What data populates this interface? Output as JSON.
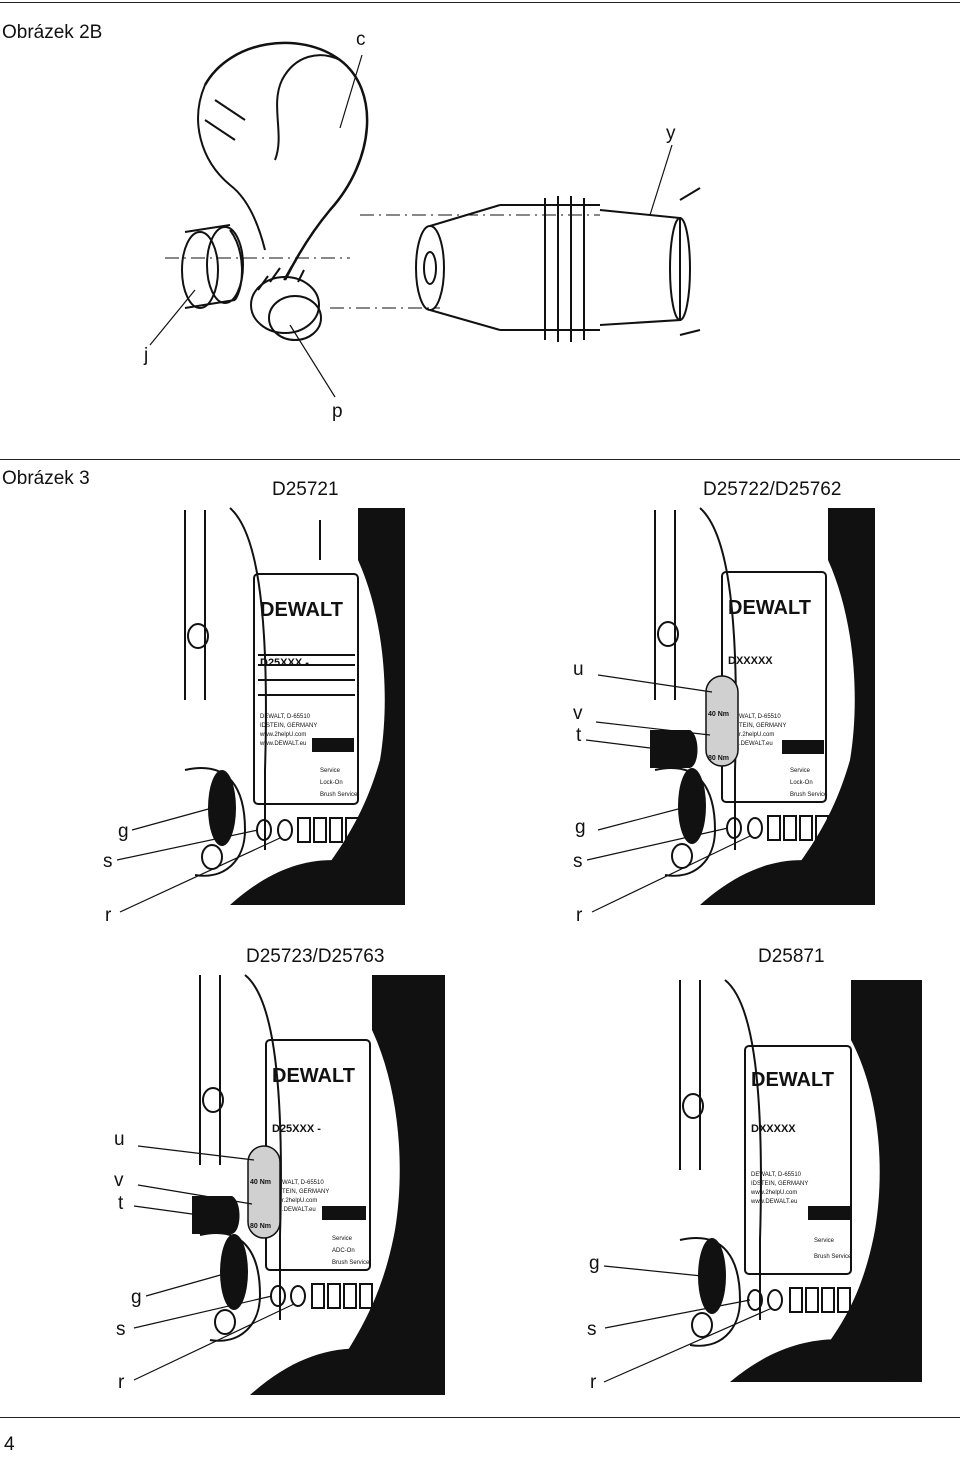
{
  "figure_2b": {
    "title": "Obrázek 2B",
    "labels": {
      "c": "c",
      "y": "y",
      "j": "j",
      "p": "p"
    }
  },
  "figure_3": {
    "title": "Obrázek 3",
    "panels": [
      {
        "model": "D25721",
        "plate": {
          "brand": "DEWALT",
          "model_code": "D25XXX -",
          "address": [
            "DEWALT, D-65510",
            "IDSTEIN, GERMANY",
            "www.2helpU.com",
            "www.DEWALT.eu"
          ],
          "modes": [
            "Service",
            "Lock-On",
            "Brush Service"
          ]
        },
        "labels": {
          "g": "g",
          "s": "s",
          "r": "r"
        }
      },
      {
        "model": "D25722/D25762",
        "plate": {
          "brand": "DEWALT",
          "model_code": "DXXXXX",
          "address": [
            "WALT, D-65510",
            "TEIN, GERMANY",
            "r.2helpU.com",
            ".DEWALT.eu"
          ],
          "modes": [
            "Service",
            "Lock-On",
            "Brush Service"
          ],
          "torque": [
            "40 Nm",
            "80 Nm"
          ]
        },
        "labels": {
          "u": "u",
          "v": "v",
          "t": "t",
          "g": "g",
          "s": "s",
          "r": "r"
        }
      },
      {
        "model": "D25723/D25763",
        "plate": {
          "brand": "DEWALT",
          "model_code": "D25XXX -",
          "address": [
            "WALT, D-65510",
            "TEIN, GERMANY",
            "r.2helpU.com",
            ".DEWALT.eu"
          ],
          "modes": [
            "Service",
            "ADC-On",
            "Brush Service"
          ],
          "torque": [
            "40 Nm",
            "80 Nm"
          ]
        },
        "labels": {
          "u": "u",
          "v": "v",
          "t": "t",
          "g": "g",
          "s": "s",
          "r": "r"
        }
      },
      {
        "model": "D25871",
        "plate": {
          "brand": "DEWALT",
          "model_code": "DXXXXX",
          "address": [
            "DEWALT, D-65510",
            "IDSTEIN, GERMANY",
            "www.2helpU.com",
            "www.DEWALT.eu"
          ],
          "modes": [
            "Service",
            "Brush Service"
          ]
        },
        "labels": {
          "g": "g",
          "s": "s",
          "r": "r"
        }
      }
    ]
  },
  "page_number": "4"
}
